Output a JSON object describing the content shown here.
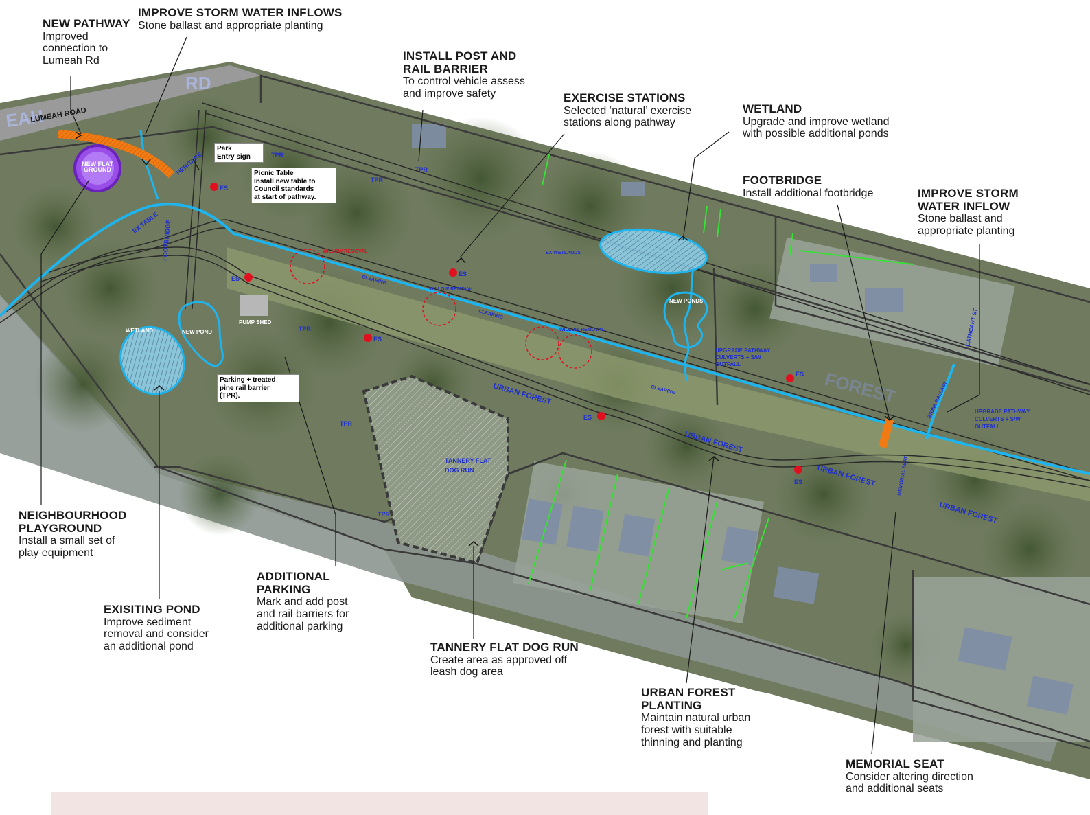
{
  "annotations": {
    "new_pathway": {
      "title": "NEW PATHWAY",
      "lines": [
        "Improved",
        "connection to",
        "Lumeah Rd"
      ]
    },
    "storm_inflows": {
      "title": "IMPROVE STORM WATER INFLOWS",
      "lines": [
        "Stone ballast and appropriate planting"
      ]
    },
    "post_rail": {
      "title_lines": [
        "INSTALL POST AND",
        "RAIL BARRIER"
      ],
      "lines": [
        "To control vehicle assess",
        "and improve safety"
      ]
    },
    "exercise": {
      "title": "EXERCISE STATIONS",
      "lines": [
        "Selected ‘natural’ exercise",
        "stations along pathway"
      ]
    },
    "wetland": {
      "title": "WETLAND",
      "lines": [
        "Upgrade and improve wetland",
        "with possible additional ponds"
      ]
    },
    "footbridge": {
      "title": "FOOTBRIDGE",
      "lines": [
        "Install additional footbridge"
      ]
    },
    "storm_inflow2": {
      "title_lines": [
        "IMPROVE STORM",
        "WATER INFLOW"
      ],
      "lines": [
        "Stone ballast and",
        "appropriate planting"
      ]
    },
    "playground": {
      "title_lines": [
        "NEIGHBOURHOOD",
        "PLAYGROUND"
      ],
      "lines": [
        "Install a small set of",
        "play equipment"
      ]
    },
    "pond": {
      "title": "EXISITING POND",
      "lines": [
        "Improve sediment",
        "removal and consider",
        "an additional pond"
      ]
    },
    "parking": {
      "title_lines": [
        "ADDITIONAL",
        "PARKING"
      ],
      "lines": [
        "Mark and add post",
        "and rail barriers for",
        "additional parking"
      ]
    },
    "dogrun": {
      "title": "TANNERY FLAT DOG RUN",
      "lines": [
        "Create area as approved off",
        "leash dog area"
      ]
    },
    "forest": {
      "title_lines": [
        "URBAN FOREST",
        "PLANTING"
      ],
      "lines": [
        "Maintain natural urban",
        "forest with suitable",
        "thinning and planting"
      ]
    },
    "memorial": {
      "title": "MEMORIAL SEAT",
      "lines": [
        "Consider altering direction",
        "and additional seats"
      ]
    }
  },
  "map_labels": {
    "road_big": "RD",
    "road_big_left": "EAH",
    "lumeah_road": "LUMEAH  ROAD",
    "playground_circle": [
      "NEW FLAT",
      "GROUND"
    ],
    "park_sign": [
      "Park",
      "Entry sign"
    ],
    "picnic": [
      "Picnic Table",
      "Install new table to",
      "Council standards",
      "at start of pathway."
    ],
    "parking_note": [
      "Parking + treated",
      "pine rail barrier",
      "(TPR)."
    ],
    "es": "ES",
    "tpr": "TPR",
    "ex_table": "EX TABLE",
    "footbridge_tag": "FOOTBRIDGE",
    "heritage": "HERITAGE",
    "willow_removal": "WILLOW REMOVAL",
    "clearing": "CLEARING",
    "ex_wetlands": "EX WETLANDS",
    "new_ponds": "NEW PONDS",
    "wetland_small": "WETLAND",
    "new_pond": "NEW POND",
    "pump_shed": "PUMP SHED",
    "upgrade_pathway": [
      "UPGRADE PATHWAY",
      "CULVERTS + S/W",
      "OUTFALL"
    ],
    "upgrade_pathway2": [
      "UPGRADE PATHWAY",
      "CULVERTS + S/W",
      "OUTFALL"
    ],
    "urban_forest": "URBAN FOREST",
    "dog_run": [
      "TANNERY FLAT",
      "DOG RUN"
    ],
    "memorial_tag": "MEMORIAL SEAT",
    "forest_big": "FOREST",
    "cathcart": "CATHCART ST",
    "stone_ballast": "STONE BALLAST"
  },
  "colors": {
    "pathway": "#f07b14",
    "water": "#1eb4ee",
    "boundary": "#3a3a3a",
    "label": "#1f2fd0",
    "es_marker": "#e01020",
    "playground": "#8a2be2",
    "fence": "#38e038"
  }
}
